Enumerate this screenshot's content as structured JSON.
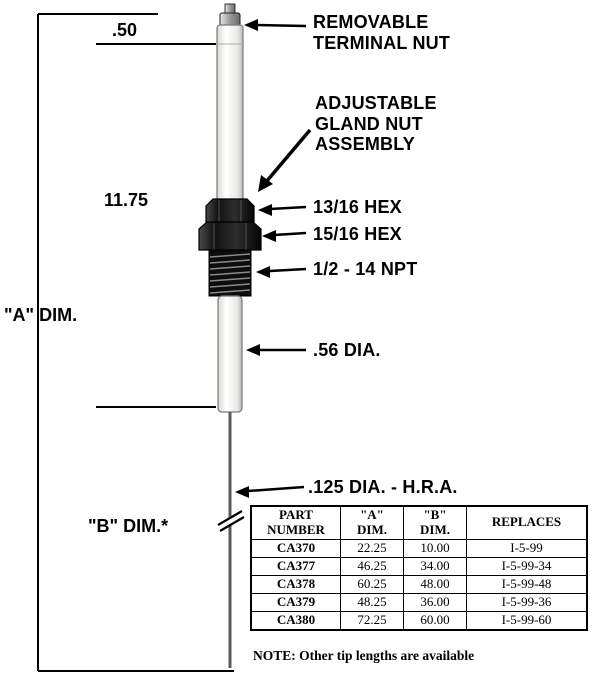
{
  "diagram": {
    "dims": {
      "top": ".50",
      "middle": "11.75",
      "a": "\"A\" DIM.",
      "b": "\"B\" DIM.*"
    },
    "labels": {
      "terminal_nut": "REMOVABLE\nTERMINAL NUT",
      "gland_nut": "ADJUSTABLE\nGLAND NUT\nASSEMBLY",
      "hex_13_16": "13/16 HEX",
      "hex_15_16": "15/16 HEX",
      "npt": "1/2 - 14 NPT",
      "dia_56": ".56 DIA.",
      "dia_125": ".125 DIA. - H.R.A."
    }
  },
  "table": {
    "headers": {
      "part": "PART\nNUMBER",
      "a_dim": "\"A\"\nDIM.",
      "b_dim": "\"B\"\nDIM.",
      "replaces": "REPLACES"
    },
    "rows": [
      [
        "CA370",
        "22.25",
        "10.00",
        "I-5-99"
      ],
      [
        "CA377",
        "46.25",
        "34.00",
        "I-5-99-34"
      ],
      [
        "CA378",
        "60.25",
        "48.00",
        "I-5-99-48"
      ],
      [
        "CA379",
        "48.25",
        "36.00",
        "I-5-99-36"
      ],
      [
        "CA380",
        "72.25",
        "60.00",
        "I-5-99-60"
      ]
    ],
    "note": "NOTE: Other tip lengths are available"
  }
}
